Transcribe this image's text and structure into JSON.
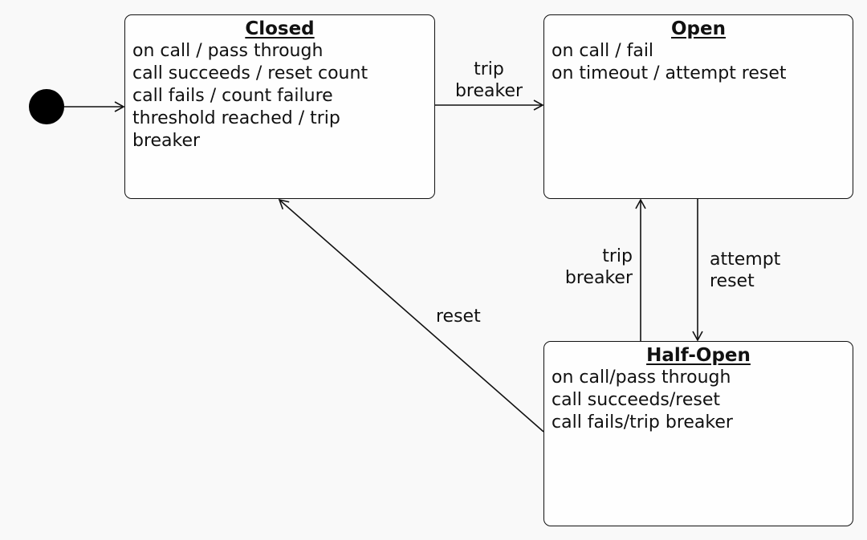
{
  "states": {
    "closed": {
      "title": "Closed",
      "activities": [
        "on call / pass through",
        "call succeeds / reset count",
        "call fails / count failure",
        "threshold reached / trip",
        "breaker"
      ]
    },
    "open": {
      "title": "Open",
      "activities": [
        "on call / fail",
        "on timeout / attempt reset"
      ]
    },
    "half_open": {
      "title": "Half-Open",
      "activities": [
        "on call/pass through",
        "call succeeds/reset",
        "call fails/trip breaker"
      ]
    }
  },
  "transitions": {
    "closed_to_open": {
      "line1": "trip",
      "line2": "breaker"
    },
    "half_open_to_open": {
      "line1": "trip",
      "line2": "breaker"
    },
    "open_to_half_open": {
      "line1": "attempt",
      "line2": "reset"
    },
    "half_open_to_closed": {
      "line1": "reset"
    }
  }
}
